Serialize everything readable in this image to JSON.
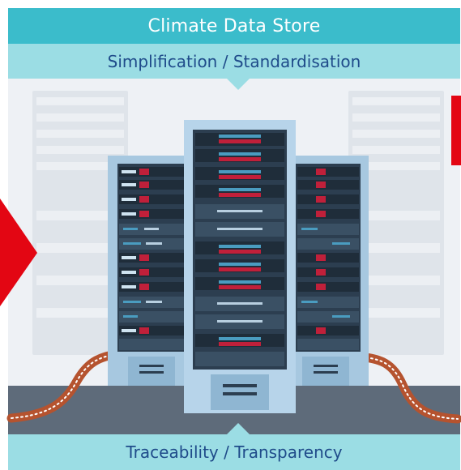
{
  "header": {
    "title": "Climate Data Store",
    "subtitle": "Simplification / Standardisation"
  },
  "footer": {
    "label": "Traceability / Transparency"
  },
  "colors": {
    "title_band": "#3bbccb",
    "subtitle_band": "#9bdde4",
    "label_text": "#1f4b8a",
    "accent_red": "#e30613",
    "rack_frame": "#a7c8e0",
    "rack_body": "#2c3e50",
    "floor": "#5e6b7a",
    "cable": "#b5532f"
  },
  "icons": [
    "server-rack-icon",
    "arrow-right-icon",
    "cable-icon"
  ]
}
